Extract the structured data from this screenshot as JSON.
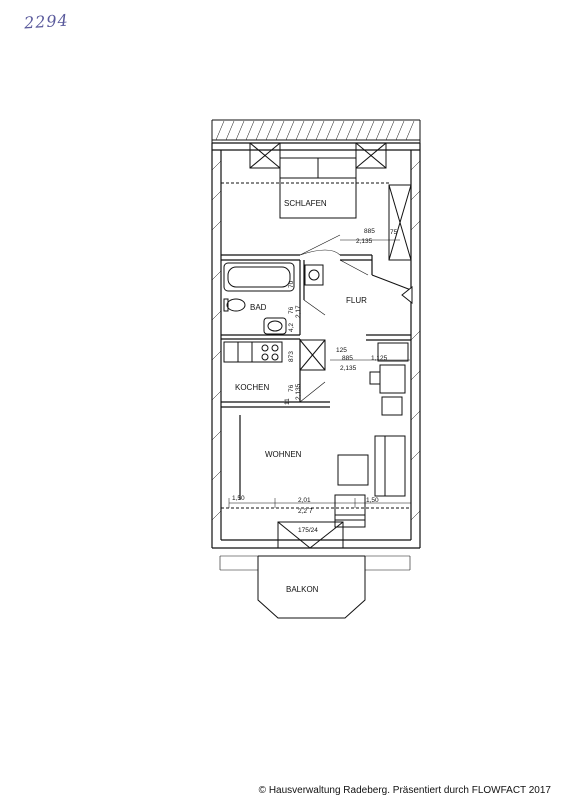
{
  "handwritten_note": "2294",
  "rooms": {
    "schlafen": "SCHLAFEN",
    "bad": "BAD",
    "flur": "FLUR",
    "kochen": "KOCHEN",
    "wohnen": "WOHNEN",
    "balkon": "BALKON"
  },
  "dimensions": {
    "schlafen_door_w": "885",
    "schlafen_door_h": "2,135",
    "schlafen_75": "75",
    "bad_70": "70",
    "bad_76": "76",
    "bad_217": "2,17",
    "bad_42": "4,2",
    "flur_125": "125",
    "flur_885": "885",
    "flur_2135": "2,135",
    "flur_1125": "1,125",
    "kochen_873": "873",
    "kochen_76": "76",
    "kochen_2135": "2,135",
    "kochen_11": "11",
    "wohnen_150_left": "1,50",
    "wohnen_201": "2,01",
    "wohnen_227": "2,2 7",
    "wohnen_150_right": "1,50",
    "balkon_door": "175/24"
  },
  "footer": "© Hausverwaltung Radeberg. Präsentiert durch FLOWFACT 2017"
}
